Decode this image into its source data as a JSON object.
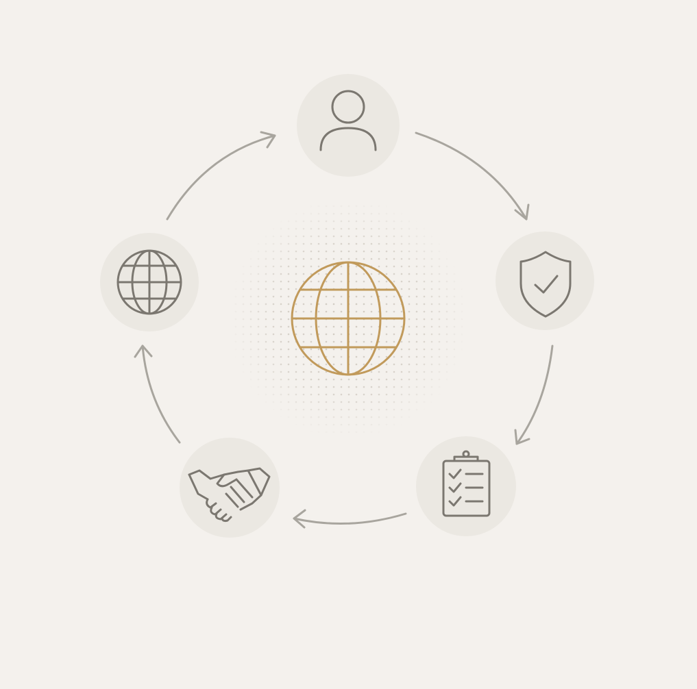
{
  "diagram": {
    "type": "cycle",
    "center": {
      "icon": "globe-icon",
      "color": "#c19a5b"
    },
    "nodes": [
      {
        "id": "person",
        "icon": "person-icon"
      },
      {
        "id": "shield",
        "icon": "shield-check-icon"
      },
      {
        "id": "checklist",
        "icon": "clipboard-checklist-icon"
      },
      {
        "id": "handshake",
        "icon": "handshake-icon"
      },
      {
        "id": "globe",
        "icon": "globe-icon"
      }
    ],
    "flow": [
      "person",
      "shield",
      "checklist",
      "handshake",
      "globe",
      "person"
    ]
  },
  "colors": {
    "background": "#f4f1ed",
    "node_fill": "#ebe8e2",
    "icon": "#7b7770",
    "arrow": "#a8a59e",
    "accent": "#c19a5b",
    "dots": "#cfc9c0"
  }
}
